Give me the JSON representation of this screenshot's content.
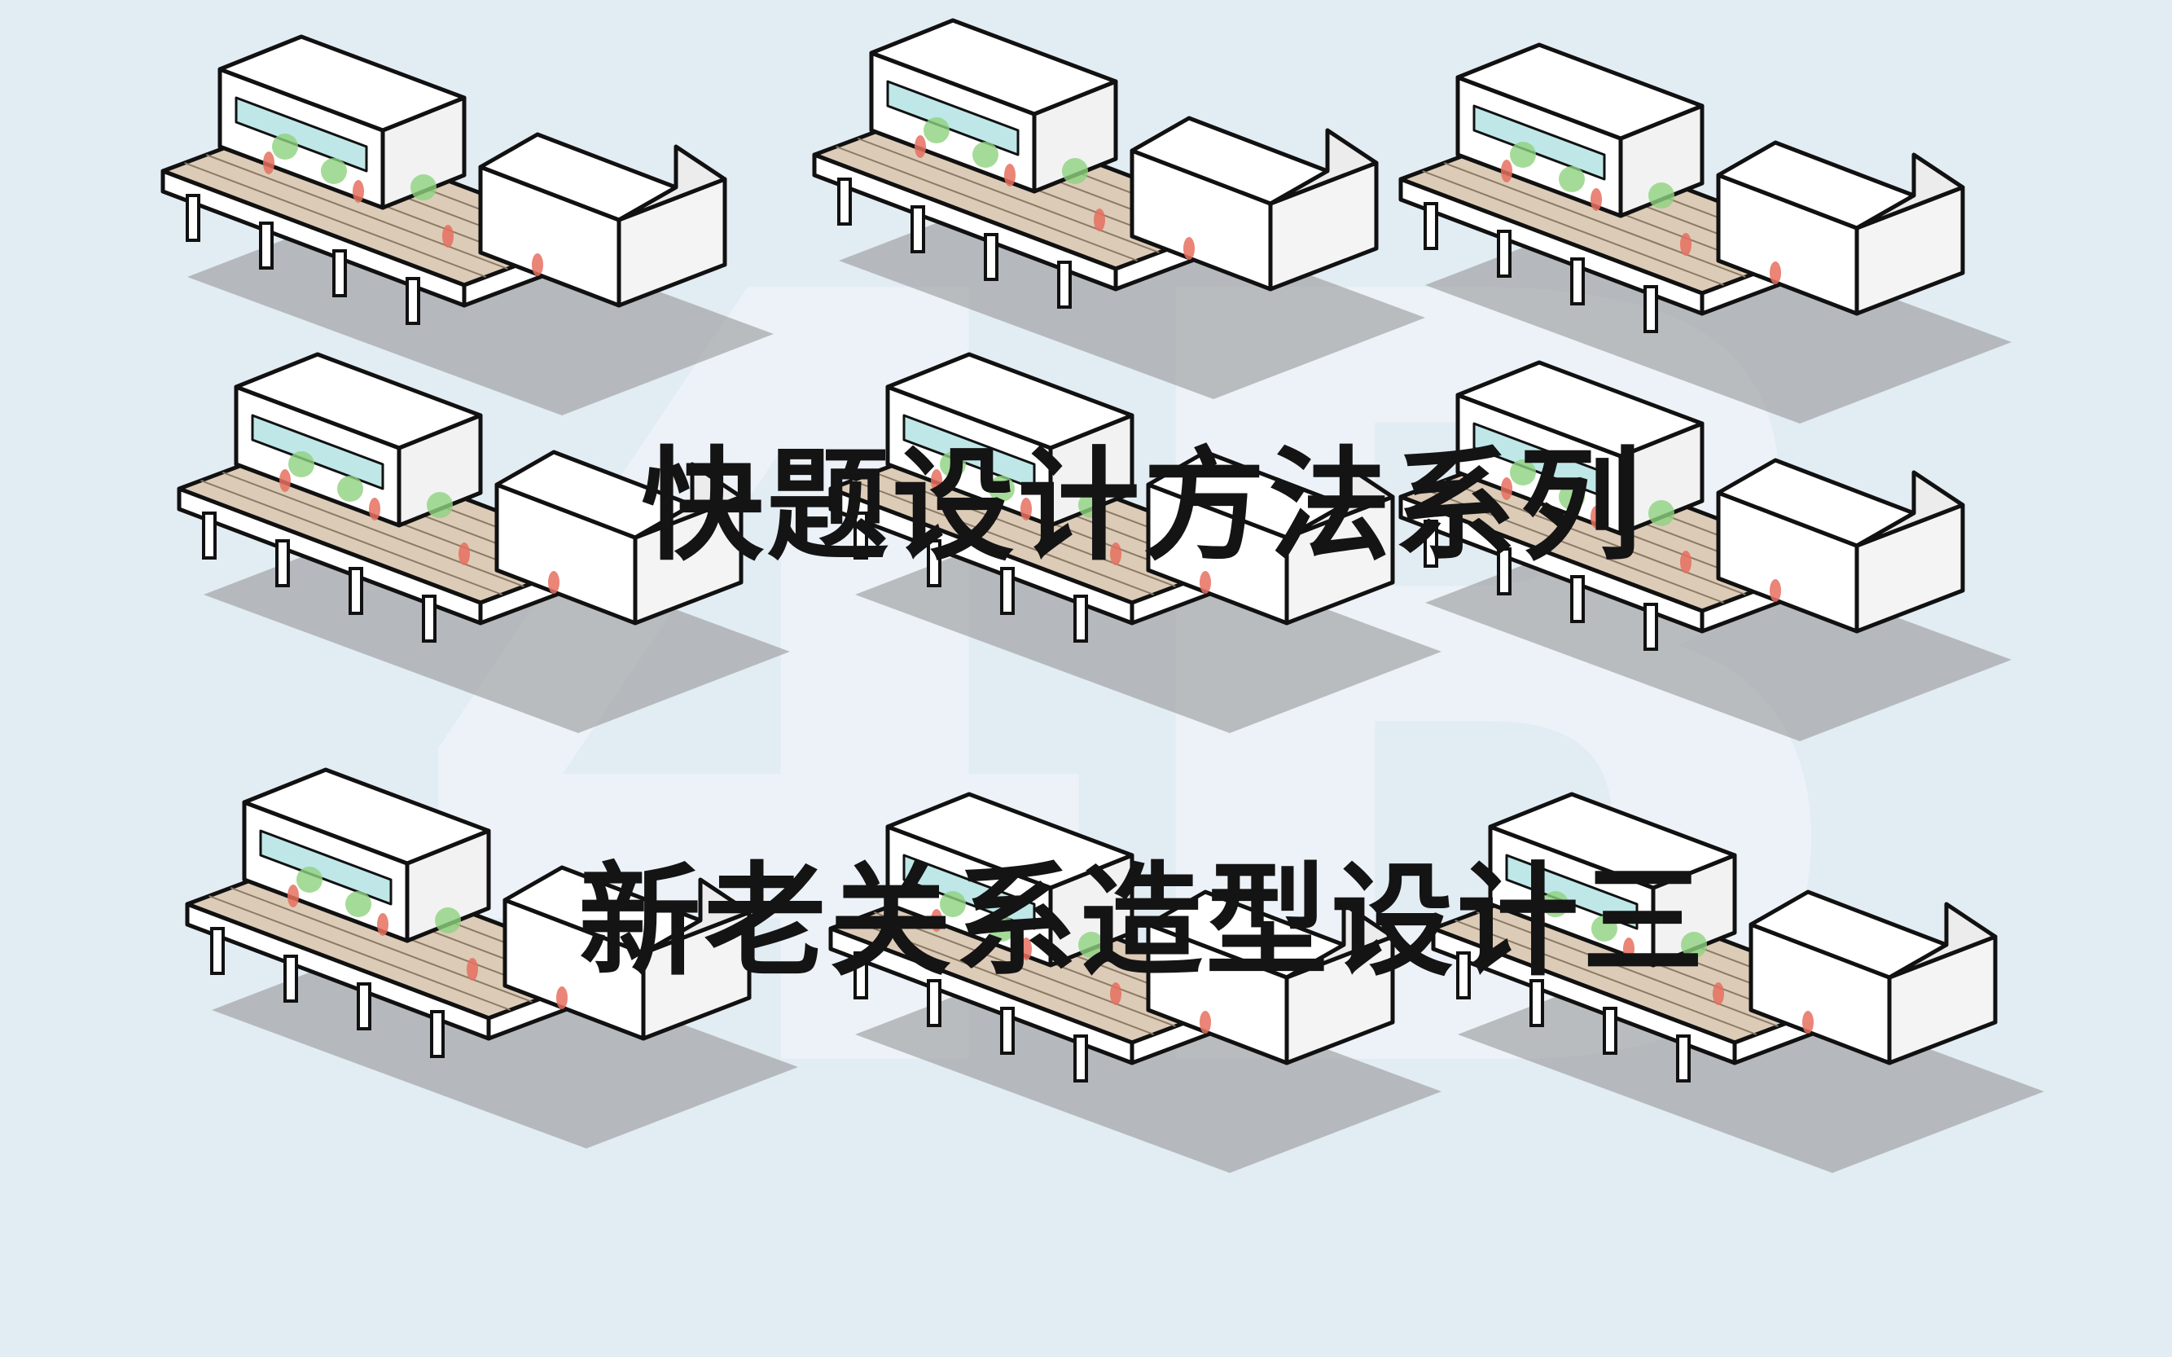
{
  "titles": {
    "line1": "快题设计方法系列",
    "line2": "新老关系造型设计三"
  },
  "watermark": "4B",
  "colors": {
    "background": "#e2ecf3",
    "deck": "#dccbb7",
    "glass": "#bfe7e7",
    "wall": "#ffffff",
    "shadow": "#8f8f8f",
    "tree": "#8fd27f",
    "figure": "#e6705f",
    "outline": "#111111"
  },
  "illustration_count": 9
}
